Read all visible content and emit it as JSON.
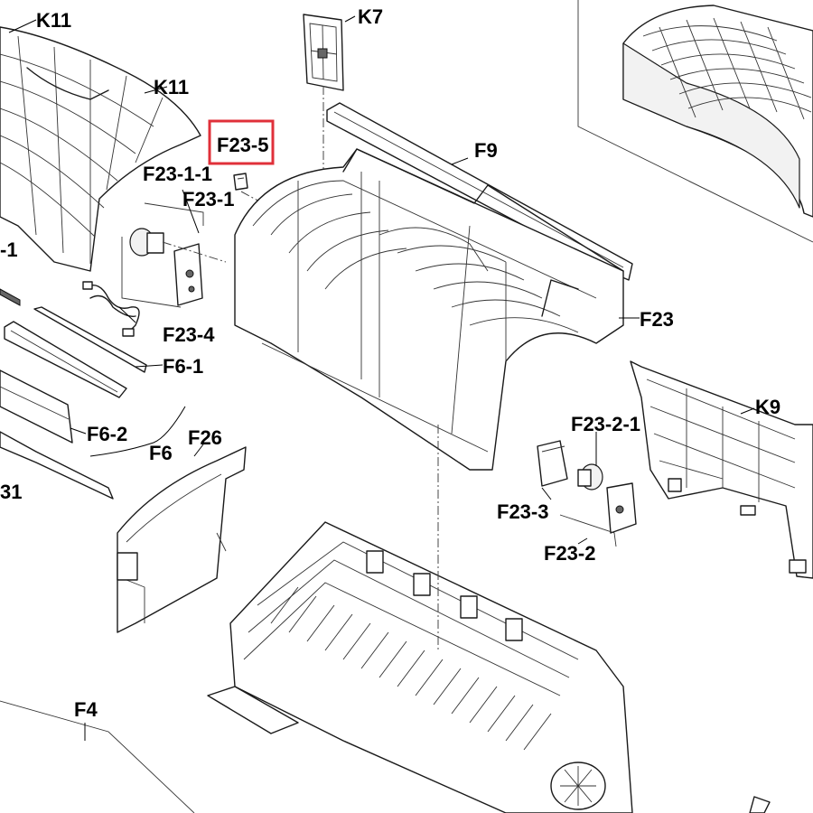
{
  "diagram": {
    "labels": {
      "k11_top": "K11",
      "k11_mid": "K11",
      "k7": "K7",
      "f23_5": "F23-5",
      "f9": "F9",
      "f23_1_1": "F23-1-1",
      "f23_1": "F23-1",
      "left_cut_1": "-1",
      "f23_4": "F23-4",
      "f23": "F23",
      "f6_1": "F6-1",
      "k9": "K9",
      "f6_2": "F6-2",
      "f6": "F6",
      "f26": "F26",
      "f23_2_1": "F23-2-1",
      "left_cut_31": "31",
      "f23_3": "F23-3",
      "f23_2": "F23-2",
      "f4": "F4"
    },
    "highlighted_part": "F23-5",
    "colors": {
      "highlight": "#e0303a",
      "line": "#1a1a1a",
      "background": "#ffffff"
    }
  }
}
